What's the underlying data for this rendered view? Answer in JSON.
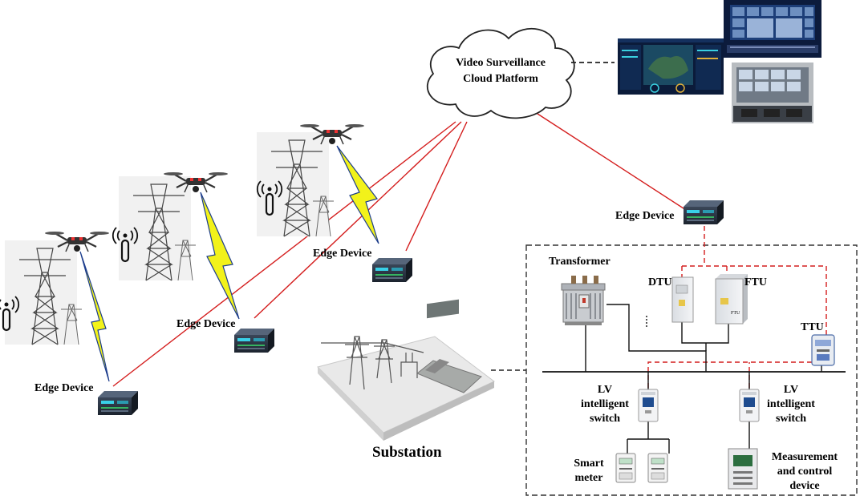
{
  "cloud": {
    "line1": "Video Surveillance",
    "line2": "Cloud Platform"
  },
  "edge_devices": [
    {
      "label": "Edge Device"
    },
    {
      "label": "Edge Device"
    },
    {
      "label": "Edge Device"
    },
    {
      "label": "Edge Device"
    }
  ],
  "substation": {
    "label": "Substation"
  },
  "distribution": {
    "transformer": "Transformer",
    "dtu": "DTU",
    "ftu": "FTU",
    "ttu": "TTU",
    "lv_switch_left": {
      "line1": "LV",
      "line2": "intelligent",
      "line3": "switch"
    },
    "lv_switch_right": {
      "line1": "LV",
      "line2": "intelligent",
      "line3": "switch"
    },
    "smart_meter": {
      "line1": "Smart",
      "line2": "meter"
    },
    "measurement": {
      "line1": "Measurement",
      "line2": "and control",
      "line3": "device"
    }
  },
  "colors": {
    "link_red": "#d41d1d",
    "wireless_yellow": "#f2f21a",
    "wireless_blue": "#1b3c8c",
    "device_dark": "#2a3444",
    "device_screen": "#39d0e8",
    "cloud_fill": "#ffffff",
    "dashed_border": "#333333"
  }
}
